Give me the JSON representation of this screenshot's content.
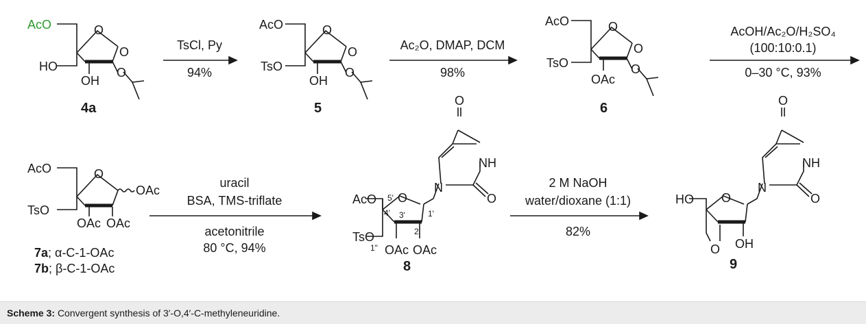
{
  "scheme": {
    "arrows": [
      {
        "above": "TsCl, Py",
        "below": "94%"
      },
      {
        "above": "Ac₂O, DMAP, DCM",
        "below": "98%"
      },
      {
        "above": "AcOH/Ac₂O/H₂SO₄",
        "above2": "(100:10:0.1)",
        "below": "0–30 °C, 93%"
      },
      {
        "above": "uracil",
        "above2": "BSA, TMS-triflate",
        "below": "acetonitrile",
        "below2": "80 °C, 94%"
      },
      {
        "above": "2 M NaOH",
        "above2": "water/dioxane (1:1)",
        "below": "82%"
      }
    ],
    "compounds": {
      "c4a": "4a",
      "c5": "5",
      "c6": "6",
      "c8": "8",
      "c9": "9",
      "c7a_num": "7a",
      "c7a_rest": "; α-C-1-OAc",
      "c7b_num": "7b",
      "c7b_rest": "; β-C-1-OAc"
    },
    "atoms": {
      "AcO": "AcO",
      "TsO": "TsO",
      "HO": "HO",
      "OH": "OH",
      "O": "O",
      "OAc": "OAc",
      "NH": "NH",
      "N": "N"
    },
    "primes": {
      "p5": "5'",
      "p4": "4'",
      "p3": "3'",
      "p2": "2'",
      "p1": "1'",
      "p1pp": "1\""
    },
    "colors": {
      "highlight": "#2e9a2e",
      "caption_bg": "#ececec"
    }
  },
  "caption": {
    "label": "Scheme 3:",
    "text": "Convergent synthesis of 3′-O,4′-C-methyleneuridine."
  }
}
